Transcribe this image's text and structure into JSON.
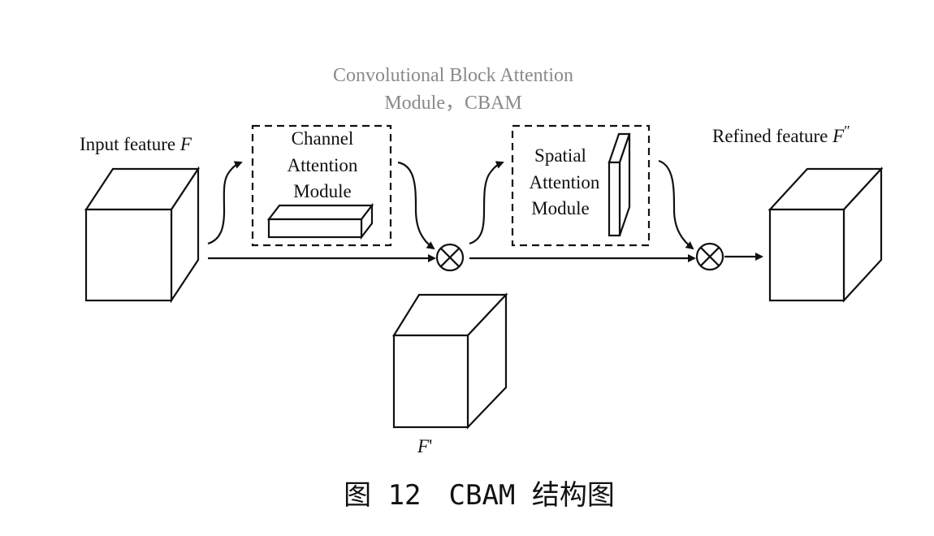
{
  "title": {
    "line1": "Convolutional Block Attention",
    "line2": "Module，CBAM"
  },
  "input_label": {
    "text": "Input feature ",
    "symbol": "F"
  },
  "channel_module": {
    "line1": "Channel",
    "line2": "Attention",
    "line3": "Module"
  },
  "spatial_module": {
    "line1": "Spatial",
    "line2": "Attention",
    "line3": "Module"
  },
  "refined_label": {
    "text": "Refined feature ",
    "symbol": "F",
    "prime": "″"
  },
  "intermediate_label": {
    "symbol": "F",
    "prime": "'"
  },
  "caption": "图 12　CBAM 结构图",
  "operator_symbol": "⊗"
}
